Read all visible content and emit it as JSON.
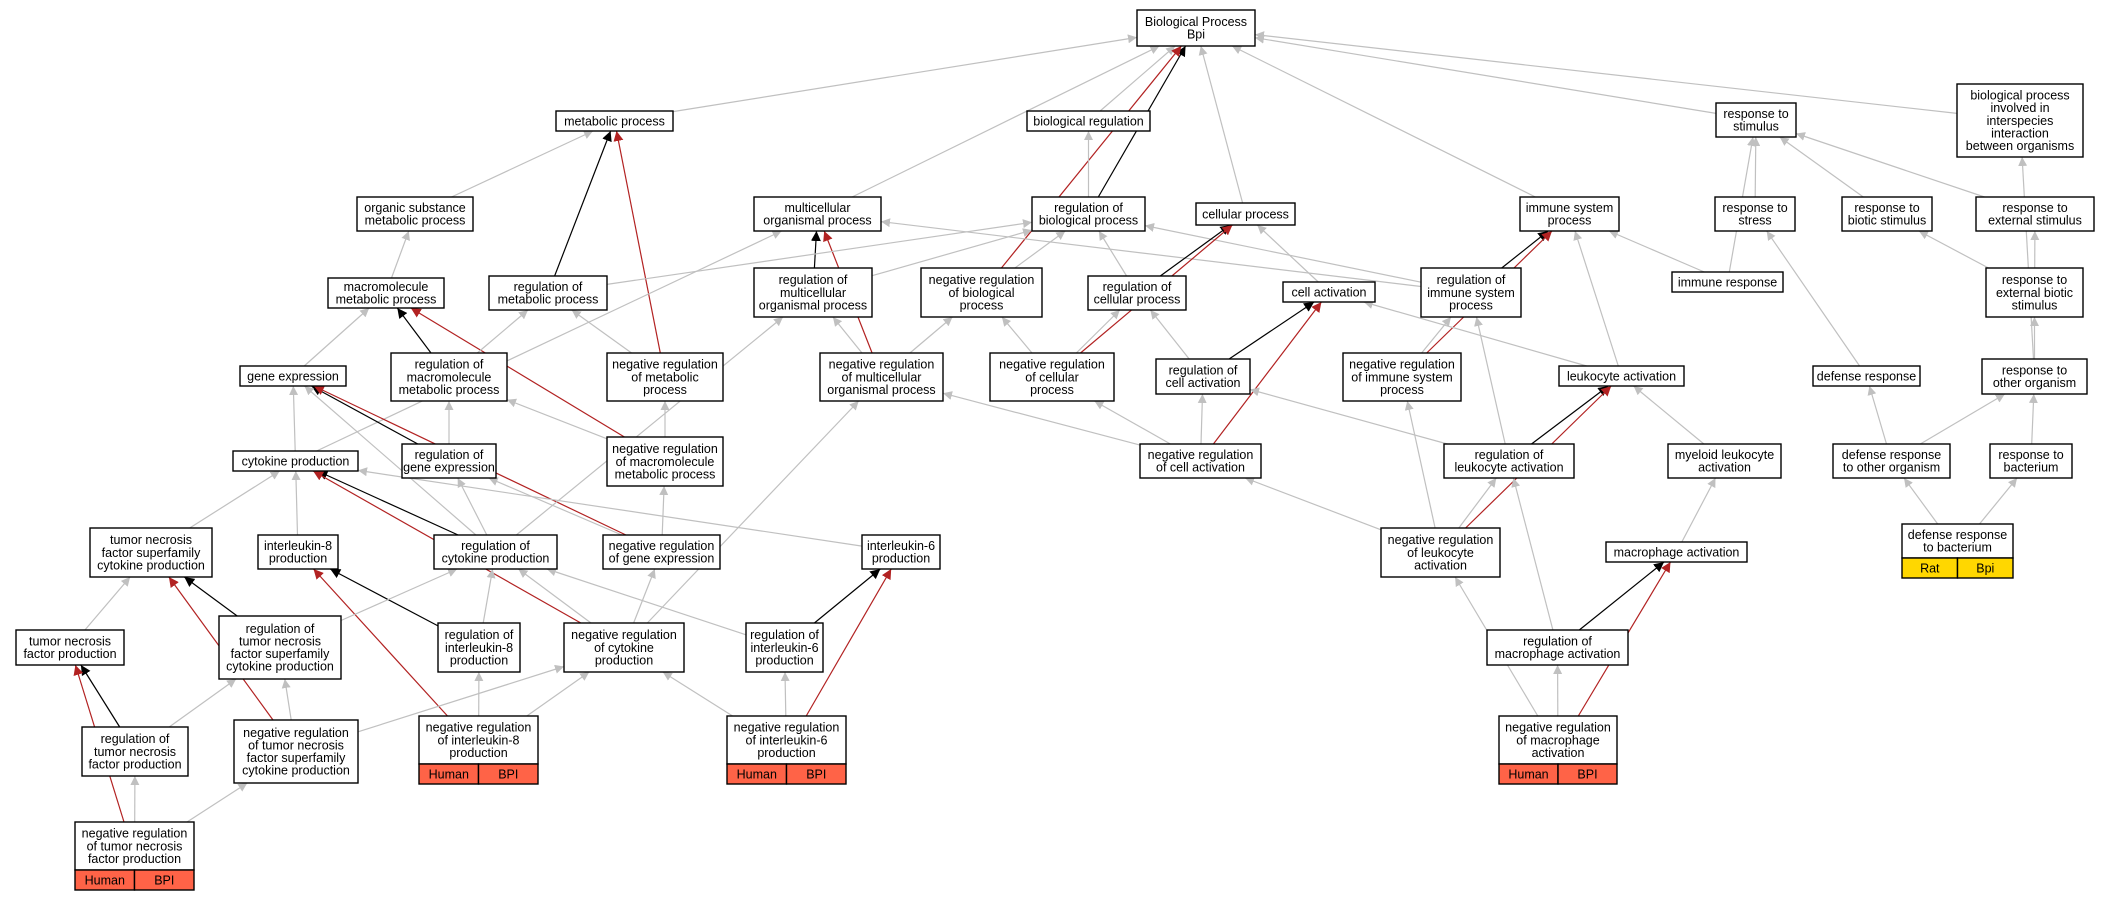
{
  "colors": {
    "edge_regulates": "#c0c0c0",
    "edge_positive": "#000000",
    "edge_negative": "#b22222",
    "annot_human_bg": "#ff6347",
    "annot_rat_bg": "#ffd700",
    "node_border": "#000000",
    "node_bg": "#ffffff"
  },
  "nodes": [
    {
      "id": "root",
      "lines": [
        "Biological Process",
        "Bpi"
      ]
    },
    {
      "id": "metabolic",
      "lines": [
        "metabolic process"
      ]
    },
    {
      "id": "bioreg",
      "lines": [
        "biological regulation"
      ]
    },
    {
      "id": "response_stim",
      "lines": [
        "response to",
        "stimulus"
      ]
    },
    {
      "id": "interspecies",
      "lines": [
        "biological process",
        "involved in",
        "interspecies",
        "interaction",
        "between organisms"
      ]
    },
    {
      "id": "org_subst",
      "lines": [
        "organic substance",
        "metabolic process"
      ]
    },
    {
      "id": "multicell",
      "lines": [
        "multicellular",
        "organismal process"
      ]
    },
    {
      "id": "reg_bio",
      "lines": [
        "regulation of",
        "biological process"
      ]
    },
    {
      "id": "cellular",
      "lines": [
        "cellular process"
      ]
    },
    {
      "id": "immune_sys",
      "lines": [
        "immune system",
        "process"
      ]
    },
    {
      "id": "resp_stress",
      "lines": [
        "response to",
        "stress"
      ]
    },
    {
      "id": "resp_biotic",
      "lines": [
        "response to",
        "biotic stimulus"
      ]
    },
    {
      "id": "resp_external",
      "lines": [
        "response to",
        "external stimulus"
      ]
    },
    {
      "id": "macromol",
      "lines": [
        "macromolecule",
        "metabolic process"
      ]
    },
    {
      "id": "reg_metab",
      "lines": [
        "regulation of",
        "metabolic process"
      ]
    },
    {
      "id": "reg_multicell",
      "lines": [
        "regulation of",
        "multicellular",
        "organismal process"
      ]
    },
    {
      "id": "neg_reg_bio",
      "lines": [
        "negative regulation",
        "of biological",
        "process"
      ]
    },
    {
      "id": "reg_cellular",
      "lines": [
        "regulation of",
        "cellular process"
      ]
    },
    {
      "id": "cell_activation",
      "lines": [
        "cell activation"
      ]
    },
    {
      "id": "reg_immune",
      "lines": [
        "regulation of",
        "immune system",
        "process"
      ]
    },
    {
      "id": "immune_resp",
      "lines": [
        "immune response"
      ]
    },
    {
      "id": "resp_ext_biotic",
      "lines": [
        "response to",
        "external biotic",
        "stimulus"
      ]
    },
    {
      "id": "gene_expr",
      "lines": [
        "gene expression"
      ]
    },
    {
      "id": "reg_macromol",
      "lines": [
        "regulation of",
        "macromolecule",
        "metabolic process"
      ]
    },
    {
      "id": "neg_reg_metab",
      "lines": [
        "negative regulation",
        "of metabolic",
        "process"
      ]
    },
    {
      "id": "neg_reg_multicell",
      "lines": [
        "negative regulation",
        "of multicellular",
        "organismal process"
      ]
    },
    {
      "id": "neg_reg_cellular",
      "lines": [
        "negative regulation",
        "of cellular",
        "process"
      ]
    },
    {
      "id": "reg_cell_act",
      "lines": [
        "regulation of",
        "cell activation"
      ]
    },
    {
      "id": "neg_reg_immune",
      "lines": [
        "negative regulation",
        "of immune system",
        "process"
      ]
    },
    {
      "id": "leuk_act",
      "lines": [
        "leukocyte activation"
      ]
    },
    {
      "id": "defense_resp",
      "lines": [
        "defense response"
      ]
    },
    {
      "id": "resp_other_org",
      "lines": [
        "response to",
        "other organism"
      ]
    },
    {
      "id": "cytokine_prod",
      "lines": [
        "cytokine production"
      ]
    },
    {
      "id": "reg_gene_expr",
      "lines": [
        "regulation of",
        "gene expression"
      ]
    },
    {
      "id": "neg_reg_macromol",
      "lines": [
        "negative regulation",
        "of macromolecule",
        "metabolic process"
      ]
    },
    {
      "id": "neg_reg_cell_act",
      "lines": [
        "negative regulation",
        "of cell activation"
      ]
    },
    {
      "id": "reg_leuk_act",
      "lines": [
        "regulation of",
        "leukocyte activation"
      ]
    },
    {
      "id": "myeloid_leuk",
      "lines": [
        "myeloid leukocyte",
        "activation"
      ]
    },
    {
      "id": "def_resp_other",
      "lines": [
        "defense response",
        "to other organism"
      ]
    },
    {
      "id": "resp_bacterium",
      "lines": [
        "response to",
        "bacterium"
      ]
    },
    {
      "id": "tnf_superfamily",
      "lines": [
        "tumor necrosis",
        "factor superfamily",
        "cytokine production"
      ]
    },
    {
      "id": "il8_prod",
      "lines": [
        "interleukin-8",
        "production"
      ]
    },
    {
      "id": "reg_cytokine",
      "lines": [
        "regulation of",
        "cytokine production"
      ]
    },
    {
      "id": "neg_reg_gene_expr",
      "lines": [
        "negative regulation",
        "of gene expression"
      ]
    },
    {
      "id": "il6_prod",
      "lines": [
        "interleukin-6",
        "production"
      ]
    },
    {
      "id": "neg_reg_leuk",
      "lines": [
        "negative regulation",
        "of leukocyte",
        "activation"
      ]
    },
    {
      "id": "macrophage_act",
      "lines": [
        "macrophage activation"
      ]
    },
    {
      "id": "def_resp_bact",
      "lines": [
        "defense response",
        "to bacterium"
      ],
      "annot": [
        "Rat",
        "Bpi"
      ]
    },
    {
      "id": "tnf_prod",
      "lines": [
        "tumor necrosis",
        "factor production"
      ]
    },
    {
      "id": "reg_tnf_superfamily",
      "lines": [
        "regulation of",
        "tumor necrosis",
        "factor superfamily",
        "cytokine production"
      ]
    },
    {
      "id": "reg_il8",
      "lines": [
        "regulation of",
        "interleukin-8",
        "production"
      ]
    },
    {
      "id": "neg_reg_cytokine",
      "lines": [
        "negative regulation",
        "of cytokine",
        "production"
      ]
    },
    {
      "id": "reg_il6",
      "lines": [
        "regulation of",
        "interleukin-6",
        "production"
      ]
    },
    {
      "id": "reg_macrophage",
      "lines": [
        "regulation of",
        "macrophage activation"
      ]
    },
    {
      "id": "reg_tnf",
      "lines": [
        "regulation of",
        "tumor necrosis",
        "factor production"
      ]
    },
    {
      "id": "neg_reg_tnf_superfamily",
      "lines": [
        "negative regulation",
        "of tumor necrosis",
        "factor superfamily",
        "cytokine production"
      ]
    },
    {
      "id": "neg_reg_il8",
      "lines": [
        "negative regulation",
        "of interleukin-8",
        "production"
      ],
      "annot": [
        "Human",
        "BPI"
      ]
    },
    {
      "id": "neg_reg_il6",
      "lines": [
        "negative regulation",
        "of interleukin-6",
        "production"
      ],
      "annot": [
        "Human",
        "BPI"
      ]
    },
    {
      "id": "neg_reg_macrophage",
      "lines": [
        "negative regulation",
        "of macrophage",
        "activation"
      ],
      "annot": [
        "Human",
        "BPI"
      ]
    },
    {
      "id": "neg_reg_tnf",
      "lines": [
        "negative regulation",
        "of tumor necrosis",
        "factor production"
      ],
      "annot": [
        "Human",
        "BPI"
      ]
    }
  ],
  "edges": [
    {
      "from": "metabolic",
      "to": "root",
      "kind": "regulates"
    },
    {
      "from": "bioreg",
      "to": "root",
      "kind": "regulates"
    },
    {
      "from": "multicell",
      "to": "root",
      "kind": "regulates"
    },
    {
      "from": "reg_bio",
      "to": "root",
      "kind": "positive"
    },
    {
      "from": "cellular",
      "to": "root",
      "kind": "regulates"
    },
    {
      "from": "immune_sys",
      "to": "root",
      "kind": "regulates"
    },
    {
      "from": "response_stim",
      "to": "root",
      "kind": "regulates"
    },
    {
      "from": "interspecies",
      "to": "root",
      "kind": "regulates"
    },
    {
      "from": "neg_reg_bio",
      "to": "root",
      "kind": "negative"
    },
    {
      "from": "org_subst",
      "to": "metabolic",
      "kind": "regulates"
    },
    {
      "from": "reg_metab",
      "to": "metabolic",
      "kind": "positive"
    },
    {
      "from": "neg_reg_metab",
      "to": "metabolic",
      "kind": "negative"
    },
    {
      "from": "reg_bio",
      "to": "bioreg",
      "kind": "regulates"
    },
    {
      "from": "macromol",
      "to": "org_subst",
      "kind": "regulates"
    },
    {
      "from": "reg_multicell",
      "to": "multicell",
      "kind": "positive"
    },
    {
      "from": "neg_reg_multicell",
      "to": "multicell",
      "kind": "negative"
    },
    {
      "from": "reg_immune",
      "to": "multicell",
      "kind": "regulates"
    },
    {
      "from": "cytokine_prod",
      "to": "multicell",
      "kind": "regulates"
    },
    {
      "from": "reg_metab",
      "to": "reg_bio",
      "kind": "regulates"
    },
    {
      "from": "reg_multicell",
      "to": "reg_bio",
      "kind": "regulates"
    },
    {
      "from": "neg_reg_bio",
      "to": "reg_bio",
      "kind": "regulates"
    },
    {
      "from": "reg_cellular",
      "to": "reg_bio",
      "kind": "regulates"
    },
    {
      "from": "reg_immune",
      "to": "reg_bio",
      "kind": "regulates"
    },
    {
      "from": "reg_cellular",
      "to": "cellular",
      "kind": "positive"
    },
    {
      "from": "cell_activation",
      "to": "cellular",
      "kind": "regulates"
    },
    {
      "from": "neg_reg_cellular",
      "to": "cellular",
      "kind": "negative"
    },
    {
      "from": "reg_immune",
      "to": "immune_sys",
      "kind": "positive"
    },
    {
      "from": "neg_reg_immune",
      "to": "immune_sys",
      "kind": "negative"
    },
    {
      "from": "leuk_act",
      "to": "immune_sys",
      "kind": "regulates"
    },
    {
      "from": "immune_resp",
      "to": "immune_sys",
      "kind": "regulates"
    },
    {
      "from": "resp_stress",
      "to": "response_stim",
      "kind": "regulates"
    },
    {
      "from": "resp_biotic",
      "to": "response_stim",
      "kind": "regulates"
    },
    {
      "from": "resp_external",
      "to": "response_stim",
      "kind": "regulates"
    },
    {
      "from": "immune_resp",
      "to": "response_stim",
      "kind": "regulates"
    },
    {
      "from": "resp_other_org",
      "to": "interspecies",
      "kind": "regulates"
    },
    {
      "from": "resp_ext_biotic",
      "to": "resp_biotic",
      "kind": "regulates"
    },
    {
      "from": "resp_ext_biotic",
      "to": "resp_external",
      "kind": "regulates"
    },
    {
      "from": "defense_resp",
      "to": "resp_stress",
      "kind": "regulates"
    },
    {
      "from": "resp_other_org",
      "to": "resp_ext_biotic",
      "kind": "regulates"
    },
    {
      "from": "gene_expr",
      "to": "macromol",
      "kind": "regulates"
    },
    {
      "from": "reg_macromol",
      "to": "macromol",
      "kind": "positive"
    },
    {
      "from": "neg_reg_macromol",
      "to": "macromol",
      "kind": "negative"
    },
    {
      "from": "reg_macromol",
      "to": "reg_metab",
      "kind": "regulates"
    },
    {
      "from": "neg_reg_metab",
      "to": "reg_metab",
      "kind": "regulates"
    },
    {
      "from": "neg_reg_multicell",
      "to": "reg_multicell",
      "kind": "regulates"
    },
    {
      "from": "neg_reg_cellular",
      "to": "neg_reg_bio",
      "kind": "regulates"
    },
    {
      "from": "neg_reg_multicell",
      "to": "neg_reg_bio",
      "kind": "regulates"
    },
    {
      "from": "neg_reg_cellular",
      "to": "reg_cellular",
      "kind": "regulates"
    },
    {
      "from": "reg_cell_act",
      "to": "reg_cellular",
      "kind": "regulates"
    },
    {
      "from": "reg_cell_act",
      "to": "cell_activation",
      "kind": "positive"
    },
    {
      "from": "leuk_act",
      "to": "cell_activation",
      "kind": "regulates"
    },
    {
      "from": "neg_reg_cell_act",
      "to": "cell_activation",
      "kind": "negative"
    },
    {
      "from": "neg_reg_immune",
      "to": "reg_immune",
      "kind": "regulates"
    },
    {
      "from": "reg_leuk_act",
      "to": "reg_immune",
      "kind": "regulates"
    },
    {
      "from": "reg_leuk_act",
      "to": "leuk_act",
      "kind": "positive"
    },
    {
      "from": "myeloid_leuk",
      "to": "leuk_act",
      "kind": "regulates"
    },
    {
      "from": "neg_reg_leuk",
      "to": "leuk_act",
      "kind": "negative"
    },
    {
      "from": "cytokine_prod",
      "to": "gene_expr",
      "kind": "regulates"
    },
    {
      "from": "reg_gene_expr",
      "to": "gene_expr",
      "kind": "positive"
    },
    {
      "from": "neg_reg_gene_expr",
      "to": "gene_expr",
      "kind": "negative"
    },
    {
      "from": "reg_cytokine",
      "to": "gene_expr",
      "kind": "regulates"
    },
    {
      "from": "reg_gene_expr",
      "to": "reg_macromol",
      "kind": "regulates"
    },
    {
      "from": "neg_reg_macromol",
      "to": "reg_macromol",
      "kind": "regulates"
    },
    {
      "from": "neg_reg_macromol",
      "to": "neg_reg_metab",
      "kind": "regulates"
    },
    {
      "from": "neg_reg_gene_expr",
      "to": "neg_reg_macromol",
      "kind": "regulates"
    },
    {
      "from": "neg_reg_gene_expr",
      "to": "reg_gene_expr",
      "kind": "regulates"
    },
    {
      "from": "neg_reg_cell_act",
      "to": "reg_cell_act",
      "kind": "regulates"
    },
    {
      "from": "neg_reg_cell_act",
      "to": "neg_reg_cellular",
      "kind": "regulates"
    },
    {
      "from": "neg_reg_cell_act",
      "to": "neg_reg_multicell",
      "kind": "regulates"
    },
    {
      "from": "reg_leuk_act",
      "to": "reg_cell_act",
      "kind": "regulates"
    },
    {
      "from": "neg_reg_leuk",
      "to": "neg_reg_cell_act",
      "kind": "regulates"
    },
    {
      "from": "neg_reg_leuk",
      "to": "reg_leuk_act",
      "kind": "regulates"
    },
    {
      "from": "neg_reg_leuk",
      "to": "neg_reg_immune",
      "kind": "regulates"
    },
    {
      "from": "macrophage_act",
      "to": "myeloid_leuk",
      "kind": "regulates"
    },
    {
      "from": "reg_macrophage",
      "to": "macrophage_act",
      "kind": "positive"
    },
    {
      "from": "neg_reg_macrophage",
      "to": "macrophage_act",
      "kind": "negative"
    },
    {
      "from": "neg_reg_macrophage",
      "to": "reg_macrophage",
      "kind": "regulates"
    },
    {
      "from": "neg_reg_macrophage",
      "to": "neg_reg_leuk",
      "kind": "regulates"
    },
    {
      "from": "reg_macrophage",
      "to": "reg_leuk_act",
      "kind": "regulates"
    },
    {
      "from": "tnf_superfamily",
      "to": "cytokine_prod",
      "kind": "regulates"
    },
    {
      "from": "il8_prod",
      "to": "cytokine_prod",
      "kind": "regulates"
    },
    {
      "from": "reg_cytokine",
      "to": "cytokine_prod",
      "kind": "positive"
    },
    {
      "from": "il6_prod",
      "to": "cytokine_prod",
      "kind": "regulates"
    },
    {
      "from": "neg_reg_cytokine",
      "to": "cytokine_prod",
      "kind": "negative"
    },
    {
      "from": "neg_reg_cytokine",
      "to": "reg_cytokine",
      "kind": "regulates"
    },
    {
      "from": "neg_reg_cytokine",
      "to": "neg_reg_gene_expr",
      "kind": "regulates"
    },
    {
      "from": "neg_reg_cytokine",
      "to": "neg_reg_multicell",
      "kind": "regulates"
    },
    {
      "from": "reg_cytokine",
      "to": "reg_gene_expr",
      "kind": "regulates"
    },
    {
      "from": "reg_cytokine",
      "to": "reg_multicell",
      "kind": "regulates"
    },
    {
      "from": "reg_il8",
      "to": "il8_prod",
      "kind": "positive"
    },
    {
      "from": "neg_reg_il8",
      "to": "il8_prod",
      "kind": "negative"
    },
    {
      "from": "reg_il8",
      "to": "reg_cytokine",
      "kind": "regulates"
    },
    {
      "from": "neg_reg_il8",
      "to": "reg_il8",
      "kind": "regulates"
    },
    {
      "from": "neg_reg_il8",
      "to": "neg_reg_cytokine",
      "kind": "regulates"
    },
    {
      "from": "reg_il6",
      "to": "il6_prod",
      "kind": "positive"
    },
    {
      "from": "neg_reg_il6",
      "to": "il6_prod",
      "kind": "negative"
    },
    {
      "from": "reg_il6",
      "to": "reg_cytokine",
      "kind": "regulates"
    },
    {
      "from": "neg_reg_il6",
      "to": "reg_il6",
      "kind": "regulates"
    },
    {
      "from": "neg_reg_il6",
      "to": "neg_reg_cytokine",
      "kind": "regulates"
    },
    {
      "from": "tnf_prod",
      "to": "tnf_superfamily",
      "kind": "regulates"
    },
    {
      "from": "reg_tnf_superfamily",
      "to": "tnf_superfamily",
      "kind": "positive"
    },
    {
      "from": "neg_reg_tnf_superfamily",
      "to": "tnf_superfamily",
      "kind": "negative"
    },
    {
      "from": "reg_tnf_superfamily",
      "to": "reg_cytokine",
      "kind": "regulates"
    },
    {
      "from": "neg_reg_tnf_superfamily",
      "to": "reg_tnf_superfamily",
      "kind": "regulates"
    },
    {
      "from": "neg_reg_tnf_superfamily",
      "to": "neg_reg_cytokine",
      "kind": "regulates"
    },
    {
      "from": "reg_tnf",
      "to": "tnf_prod",
      "kind": "positive"
    },
    {
      "from": "neg_reg_tnf",
      "to": "tnf_prod",
      "kind": "negative"
    },
    {
      "from": "reg_tnf",
      "to": "reg_tnf_superfamily",
      "kind": "regulates"
    },
    {
      "from": "neg_reg_tnf",
      "to": "reg_tnf",
      "kind": "regulates"
    },
    {
      "from": "neg_reg_tnf",
      "to": "neg_reg_tnf_superfamily",
      "kind": "regulates"
    },
    {
      "from": "def_resp_other",
      "to": "defense_resp",
      "kind": "regulates"
    },
    {
      "from": "def_resp_other",
      "to": "resp_other_org",
      "kind": "regulates"
    },
    {
      "from": "resp_bacterium",
      "to": "resp_other_org",
      "kind": "regulates"
    },
    {
      "from": "def_resp_bact",
      "to": "def_resp_other",
      "kind": "regulates"
    },
    {
      "from": "def_resp_bact",
      "to": "resp_bacterium",
      "kind": "regulates"
    }
  ]
}
